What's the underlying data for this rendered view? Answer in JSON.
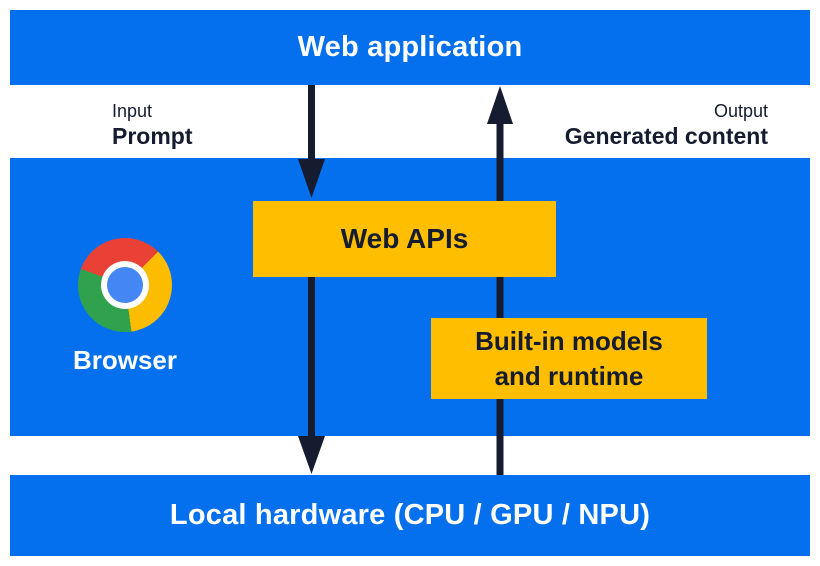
{
  "colors": {
    "background": "#ffffff",
    "section_blue": "#0570ed",
    "box_yellow": "#ffbe00",
    "ink_navy": "#151c30",
    "text_white": "#ffffff",
    "chrome_red": "#e94135",
    "chrome_yellow": "#fcbd00",
    "chrome_green": "#30a24d",
    "chrome_blue": "#4486f4"
  },
  "top_bar": {
    "label": "Web application"
  },
  "io_labels": {
    "input_title": "Input",
    "input_value": "Prompt",
    "output_title": "Output",
    "output_value": "Generated content"
  },
  "browser_section": {
    "label": "Browser",
    "web_apis": {
      "label": "Web APIs"
    },
    "builtin_models": {
      "label": "Built-in models and runtime"
    }
  },
  "bottom_bar": {
    "label": "Local hardware (CPU / GPU / NPU)"
  },
  "icons": {
    "chrome_logo": "chrome-browser-logo",
    "down_arrow": "downward-flow-arrow (prompt: web app → web APIs → local hardware)",
    "up_arrow": "upward-flow-arrow (generated content: local hardware → built-in models → web app)"
  }
}
